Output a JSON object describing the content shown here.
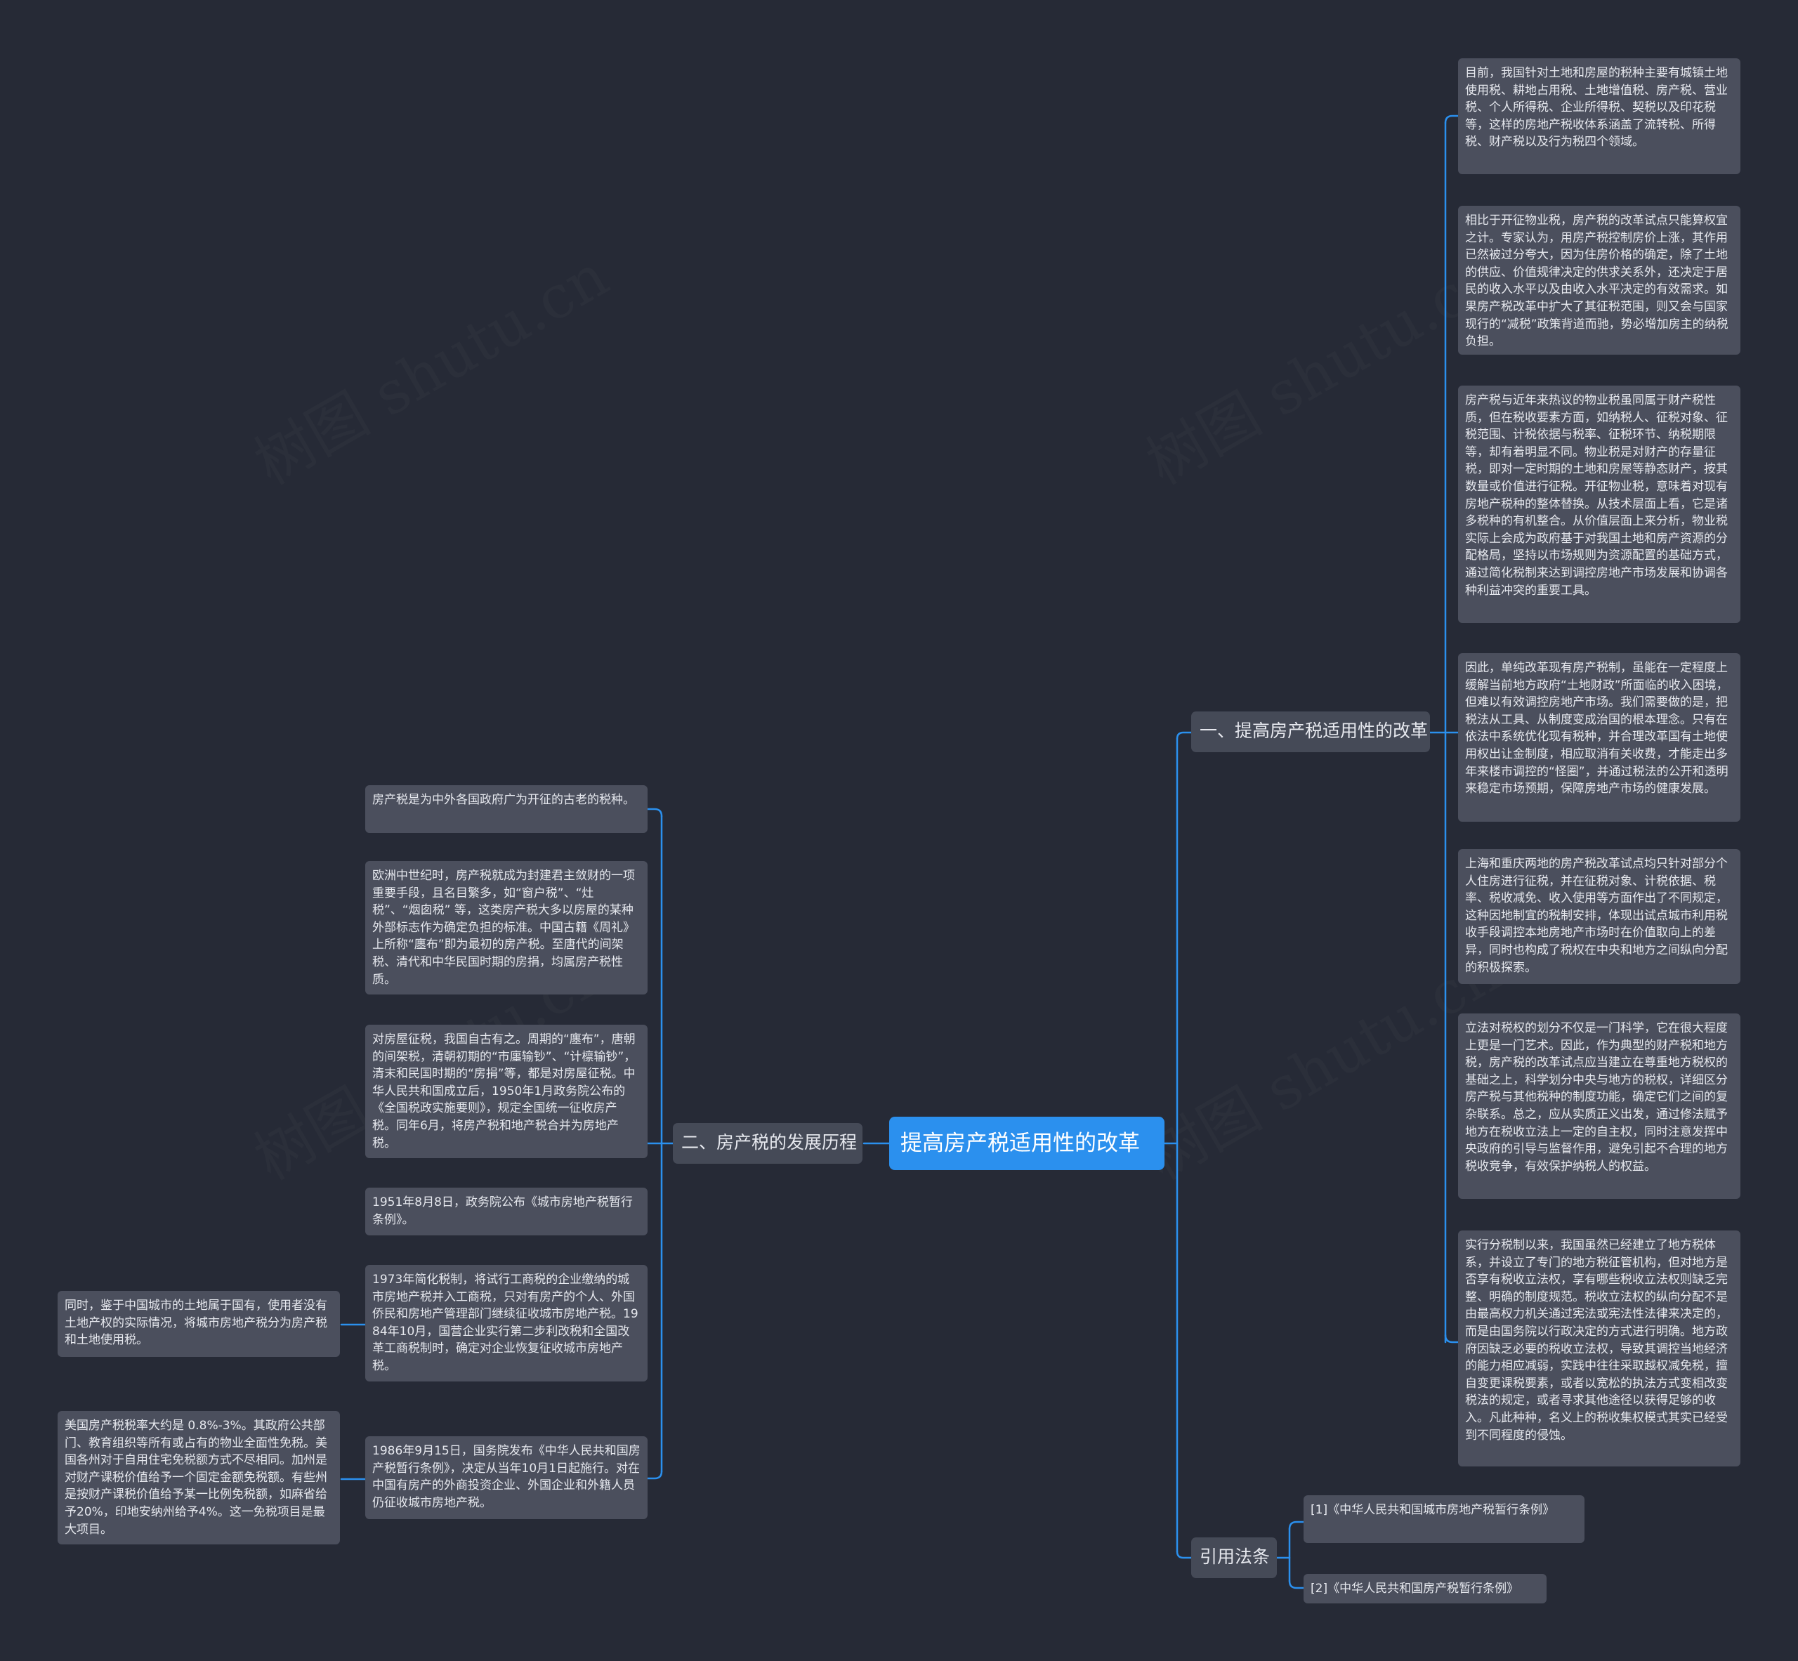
{
  "root": {
    "label": "提高房产税适用性的改革"
  },
  "branches": {
    "reform": {
      "label": "一、提高房产税适用性的改革"
    },
    "history": {
      "label": "二、房产税的发展历程"
    },
    "laws": {
      "label": "引用法条"
    }
  },
  "reform_items": [
    "目前，我国针对土地和房屋的税种主要有城镇土地使用税、耕地占用税、土地增值税、房产税、营业税、个人所得税、企业所得税、契税以及印花税等，这样的房地产税收体系涵盖了流转税、所得税、财产税以及行为税四个领域。",
    "相比于开征物业税，房产税的改革试点只能算权宜之计。专家认为，用房产税控制房价上涨，其作用已然被过分夸大，因为住房价格的确定，除了土地的供应、价值规律决定的供求关系外，还决定于居民的收入水平以及由收入水平决定的有效需求。如果房产税改革中扩大了其征税范围，则又会与国家现行的“减税”政策背道而驰，势必增加房主的纳税负担。",
    "房产税与近年来热议的物业税虽同属于财产税性质，但在税收要素方面，如纳税人、征税对象、征税范围、计税依据与税率、征税环节、纳税期限等，却有着明显不同。物业税是对财产的存量征税，即对一定时期的土地和房屋等静态财产，按其数量或价值进行征税。开征物业税，意味着对现有房地产税种的整体替换。从技术层面上看，它是诸多税种的有机整合。从价值层面上来分析，物业税实际上会成为政府基于对我国土地和房产资源的分配格局，坚持以市场规则为资源配置的基础方式，通过简化税制来达到调控房地产市场发展和协调各种利益冲突的重要工具。",
    "因此，单纯改革现有房产税制，虽能在一定程度上缓解当前地方政府“土地财政”所面临的收入困境，但难以有效调控房地产市场。我们需要做的是，把税法从工具、从制度变成治国的根本理念。只有在依法中系统优化现有税种，并合理改革国有土地使用权出让金制度，相应取消有关收费，才能走出多年来楼市调控的“怪圈”，并通过税法的公开和透明来稳定市场预期，保障房地产市场的健康发展。",
    "上海和重庆两地的房产税改革试点均只针对部分个人住房进行征税，并在征税对象、计税依据、税率、税收减免、收入使用等方面作出了不同规定，这种因地制宜的税制安排，体现出试点城市利用税收手段调控本地房地产市场时在价值取向上的差异，同时也构成了税权在中央和地方之间纵向分配的积极探索。",
    "立法对税权的划分不仅是一门科学，它在很大程度上更是一门艺术。因此，作为典型的财产税和地方税，房产税的改革试点应当建立在尊重地方税权的基础之上，科学划分中央与地方的税权，详细区分房产税与其他税种的制度功能，确定它们之间的复杂联系。总之，应从实质正义出发，通过修法赋予地方在税收立法上一定的自主权，同时注意发挥中央政府的引导与监督作用，避免引起不合理的地方税收竞争，有效保护纳税人的权益。",
    "实行分税制以来，我国虽然已经建立了地方税体系，并设立了专门的地方税征管机构，但对地方是否享有税收立法权，享有哪些税收立法权则缺乏完整、明确的制度规范。税收立法权的纵向分配不是由最高权力机关通过宪法或宪法性法律来决定的，而是由国务院以行政决定的方式进行明确。地方政府因缺乏必要的税收立法权，导致其调控当地经济的能力相应减弱，实践中往往采取越权减免税，擅自变更课税要素，或者以宽松的执法方式变相改变税法的规定，或者寻求其他途径以获得足够的收入。凡此种种，名义上的税收集权模式其实已经受到不同程度的侵蚀。"
  ],
  "history_items": [
    "房产税是为中外各国政府广为开征的古老的税种。",
    "欧洲中世纪时，房产税就成为封建君主敛财的一项重要手段，且名目繁多，如“窗户税”、“灶税”、“烟囱税” 等，这类房产税大多以房屋的某种外部标志作为确定负担的标准。中国古籍《周礼》上所称“廛布”即为最初的房产税。至唐代的间架税、清代和中华民国时期的房捐，均属房产税性质。",
    "对房屋征税，我国自古有之。周期的“廛布”，唐朝的间架税，清朝初期的“市廛输钞”、“计檩输钞”，清末和民国时期的“房捐”等，都是对房屋征税。中华人民共和国成立后，1950年1月政务院公布的《全国税政实施要则》，规定全国统一征收房产税。同年6月，将房产税和地产税合并为房地产税。",
    "1951年8月8日，政务院公布《城市房地产税暂行条例》。",
    "1973年简化税制，将试行工商税的企业缴纳的城市房地产税并入工商税，只对有房产的个人、外国侨民和房地产管理部门继续征收城市房地产税。1984年10月，国营企业实行第二步利改税和全国改革工商税制时，确定对企业恢复征收城市房地产税。",
    "1986年9月15日，国务院发布《中华人民共和国房产税暂行条例》，决定从当年10月1日起施行。对在中国有房产的外商投资企业、外国企业和外籍人员仍征收城市房地产税。"
  ],
  "history_subitems": [
    "同时，鉴于中国城市的土地属于国有，使用者没有土地产权的实际情况，将城市房地产税分为房产税和土地使用税。",
    "美国房产税税率大约是 0.8%-3%。其政府公共部门、教育组织等所有或占有的物业全面性免税。美国各州对于自用住宅免税额方式不尽相同。加州是对财产课税价值给予一个固定金额免税额。有些州是按财产课税价值给予某一比例免税额，如麻省给予20%，印地安纳州给予4%。这一免税项目是最大项目。"
  ],
  "law_items": [
    "[1]《中华人民共和国城市房地产税暂行条例》",
    "[2]《中华人民共和国房产税暂行条例》"
  ],
  "watermark": "树图 shutu.cn",
  "colors": {
    "background": "#262a36",
    "root": "#2b90ee",
    "branch": "#454a57",
    "leaf": "#4b4f5d",
    "connector": "#2b90ee",
    "text": "#e6e8ee"
  }
}
